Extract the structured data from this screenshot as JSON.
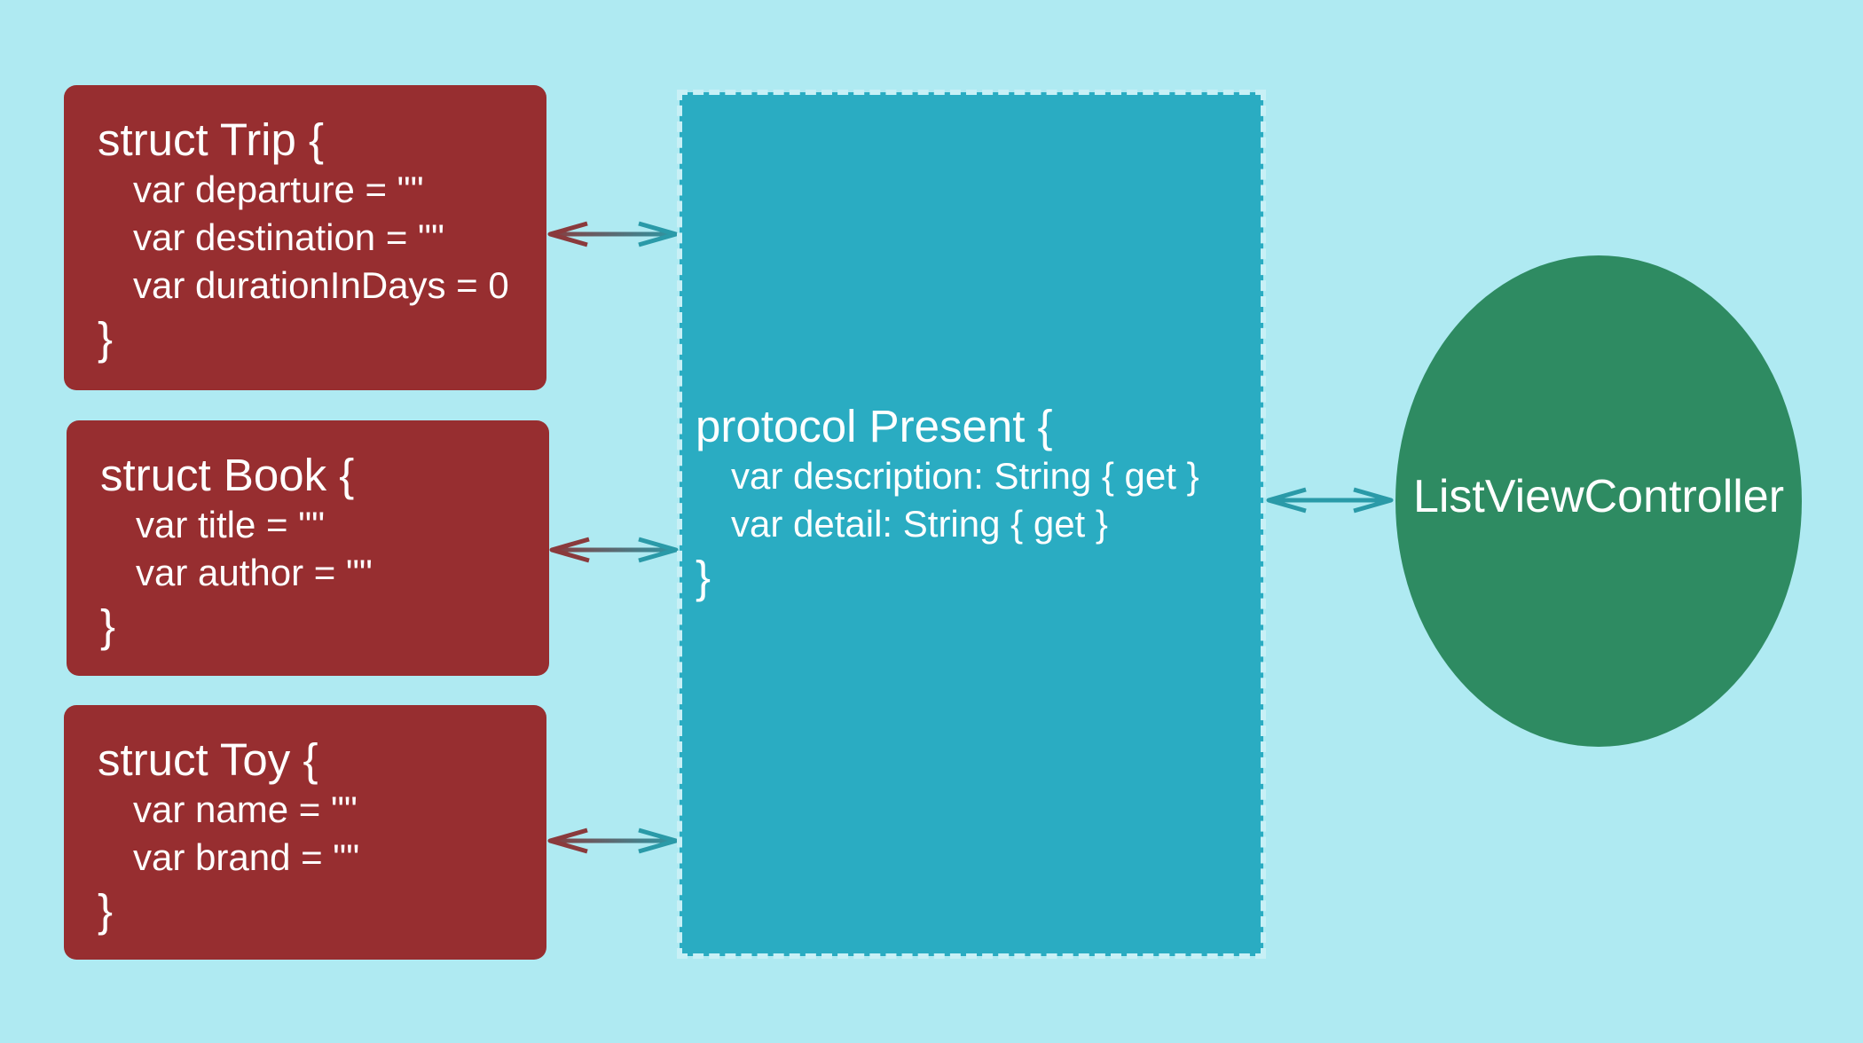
{
  "structs": [
    {
      "head": "struct Trip {",
      "fields": [
        "var departure = \"\"",
        "var destination = \"\"",
        "var durationInDays = 0"
      ],
      "close": "}"
    },
    {
      "head": "struct Book {",
      "fields": [
        "var title = \"\"",
        "var author = \"\""
      ],
      "close": "}"
    },
    {
      "head": "struct Toy {",
      "fields": [
        "var name = \"\"",
        "var brand = \"\""
      ],
      "close": "}"
    }
  ],
  "protocol": {
    "head": "protocol Present {",
    "fields": [
      "var description: String { get }",
      "var detail: String { get }"
    ],
    "close": "}"
  },
  "controller": {
    "label": "ListViewController"
  },
  "colors": {
    "background": "#afeaf2",
    "struct_fill": "#972e30",
    "protocol_fill": "#2aacc2",
    "protocol_border": "#c8f0f6",
    "controller_fill": "#2e8b62",
    "arrow_red": "#8a3a3c",
    "arrow_teal": "#2a9aa8"
  }
}
